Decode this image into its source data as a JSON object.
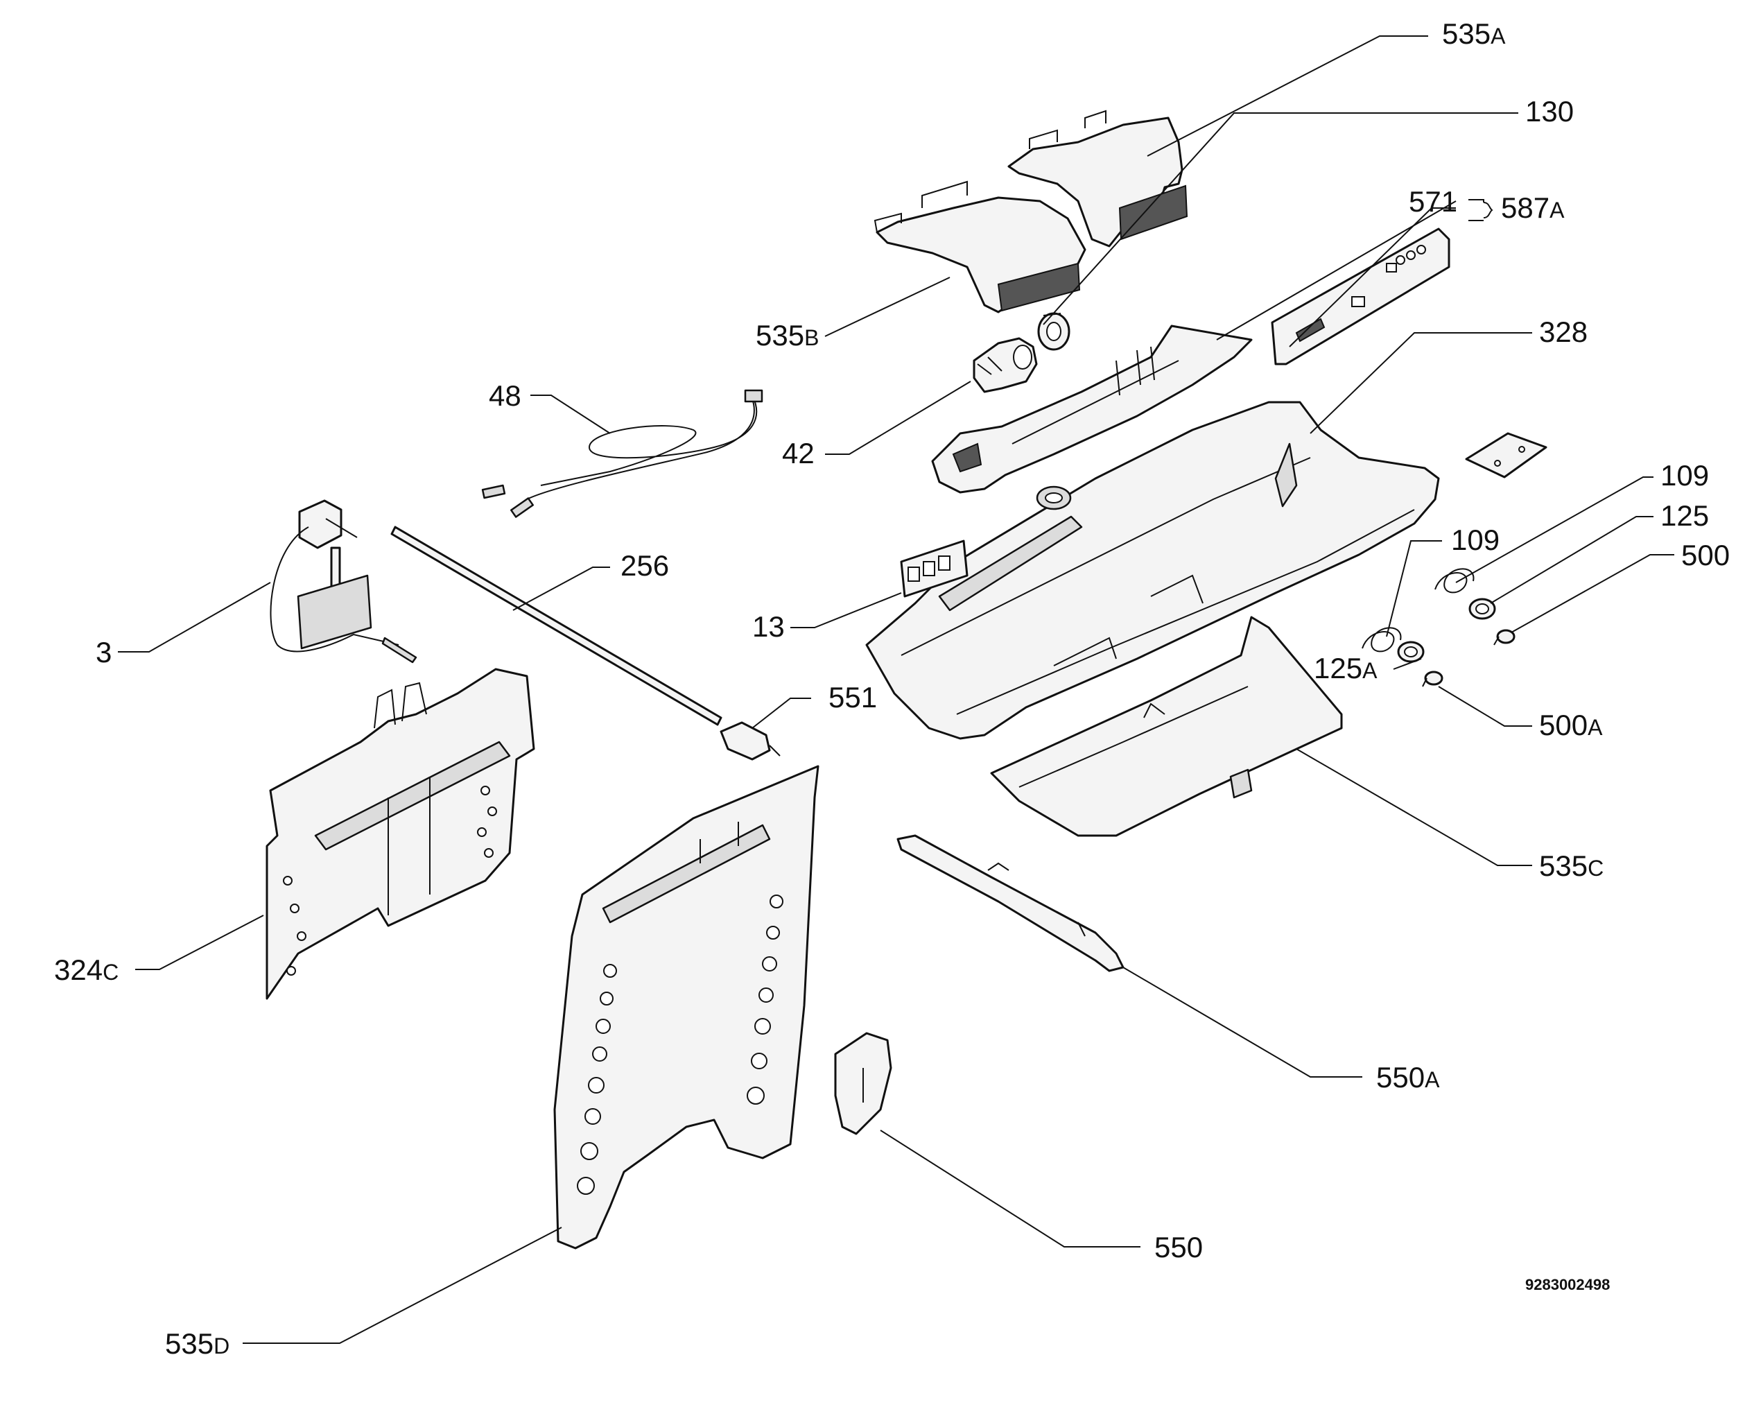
{
  "labels": [
    {
      "id": "535A",
      "num": "535",
      "suffix": "A"
    },
    {
      "id": "130",
      "num": "130",
      "suffix": ""
    },
    {
      "id": "571",
      "num": "571",
      "suffix": ""
    },
    {
      "id": "587A",
      "num": "587",
      "suffix": "A"
    },
    {
      "id": "535B",
      "num": "535",
      "suffix": "B"
    },
    {
      "id": "328",
      "num": "328",
      "suffix": ""
    },
    {
      "id": "48",
      "num": "48",
      "suffix": ""
    },
    {
      "id": "42",
      "num": "42",
      "suffix": ""
    },
    {
      "id": "109a",
      "num": "109",
      "suffix": ""
    },
    {
      "id": "125",
      "num": "125",
      "suffix": ""
    },
    {
      "id": "109b",
      "num": "109",
      "suffix": ""
    },
    {
      "id": "500",
      "num": "500",
      "suffix": ""
    },
    {
      "id": "256",
      "num": "256",
      "suffix": ""
    },
    {
      "id": "3",
      "num": "3",
      "suffix": ""
    },
    {
      "id": "13",
      "num": "13",
      "suffix": ""
    },
    {
      "id": "125A",
      "num": "125",
      "suffix": "A"
    },
    {
      "id": "551",
      "num": "551",
      "suffix": ""
    },
    {
      "id": "500A",
      "num": "500",
      "suffix": "A"
    },
    {
      "id": "535C",
      "num": "535",
      "suffix": "C"
    },
    {
      "id": "324C",
      "num": "324",
      "suffix": "C"
    },
    {
      "id": "550A",
      "num": "550",
      "suffix": "A"
    },
    {
      "id": "550",
      "num": "550",
      "suffix": ""
    },
    {
      "id": "535D",
      "num": "535",
      "suffix": "D"
    }
  ],
  "document_number": "9283002498"
}
